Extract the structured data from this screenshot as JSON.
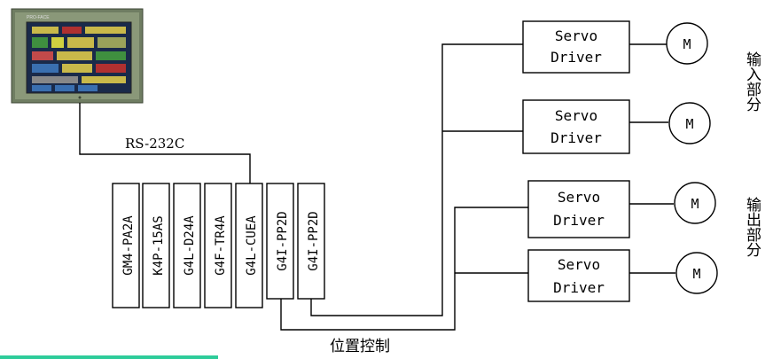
{
  "link_label": "RS-232C",
  "bottom_label": "位置控制",
  "modules": [
    "GM4-PA2A",
    "K4P-15AS",
    "G4L-D24A",
    "G4F-TR4A",
    "G4L-CUEA",
    "G4I-PP2D",
    "G4I-PP2D"
  ],
  "drivers": [
    {
      "line1": "Servo",
      "line2": "Driver",
      "motor": "M"
    },
    {
      "line1": "Servo",
      "line2": "Driver",
      "motor": "M"
    },
    {
      "line1": "Servo",
      "line2": "Driver",
      "motor": "M"
    },
    {
      "line1": "Servo",
      "line2": "Driver",
      "motor": "M"
    }
  ],
  "group_labels": {
    "top": "输入部分",
    "bottom": "输出部分"
  },
  "hmi": {
    "brand": "PRO-FACE"
  },
  "colors": {
    "line": "#000000",
    "accent": "#2ecc9a",
    "panel": "#6b7a5e"
  }
}
